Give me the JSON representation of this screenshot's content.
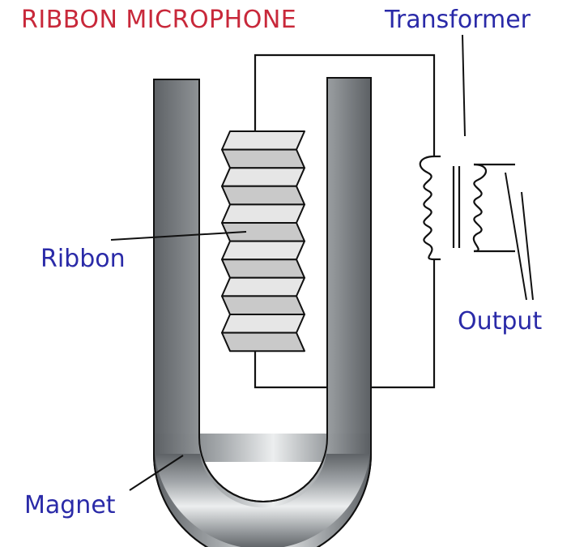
{
  "title": "RIBBON MICROPHONE",
  "labels": {
    "transformer": "Transformer",
    "ribbon": "Ribbon",
    "output": "Output",
    "magnet": "Magnet"
  },
  "colors": {
    "title": "#c8283a",
    "labels": "#2a2aa8",
    "line": "#111111",
    "ribbon_fill": "#c9c9c9",
    "ribbon_fill_light": "#e6e6e6"
  }
}
